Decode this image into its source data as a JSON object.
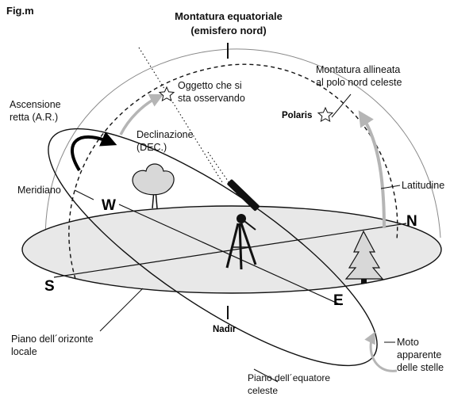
{
  "figure_label": "Fig.m",
  "title": "Montatura equatoriale\n(emisfero nord)",
  "labels": {
    "montatura_allineata": "Montatura allineata\nal polo nord celeste",
    "oggetto": "Oggetto che si\nsta osservando",
    "ascensione": "Ascensione\nretta (A.R.)",
    "declinazione": "Declinazione\n(DEC.)",
    "meridiano": "Meridiano",
    "latitudine": "Latitudine",
    "piano_orizzonte": "Piano dell´orizonte\nlocale",
    "piano_equatore": "Piano dell´equatore\nceleste",
    "moto": "Moto\napparente\ndelle stelle",
    "polaris": "Polaris",
    "nadir": "Nadir"
  },
  "directions": {
    "n": "N",
    "s": "S",
    "e": "E",
    "w": "W"
  },
  "colors": {
    "horizon_fill": "#e8e8e8",
    "arrow_gray": "#b5b5b5",
    "line": "#111111"
  },
  "icons": [
    "star-icon",
    "tree-icon",
    "pine-tree-icon",
    "telescope-icon",
    "curved-arrow-icon"
  ]
}
